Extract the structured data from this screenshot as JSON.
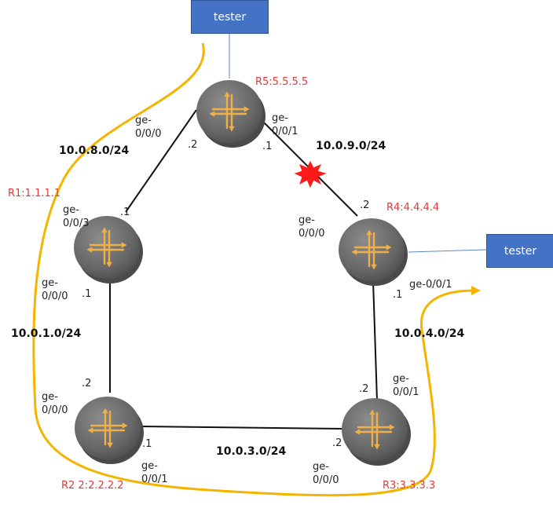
{
  "testers": {
    "top": "tester",
    "right": "tester"
  },
  "routers": {
    "r5": "R5:5.5.5.5",
    "r4": "R4:4.4.4.4",
    "r1": "R1:1.1.1.1",
    "r2": "R2 2:2.2.2.2",
    "r3": "R3:3.3.3.3"
  },
  "networks": {
    "n8": "10.0.8.0/24",
    "n9": "10.0.9.0/24",
    "n1": "10.0.1.0/24",
    "n4": "10.0.4.0/24",
    "n3": "10.0.3.0/24"
  },
  "interfaces": {
    "r5_left": "ge-\n0/0/0",
    "r5_right": "ge-\n0/0/1",
    "r4_top": "ge-\n0/0/0",
    "r4_out": "ge-0/0/1",
    "r1_top": "ge-\n0/0/3",
    "r1_bottom": "ge-\n0/0/0",
    "r2_top": "ge-\n0/0/0",
    "r2_right": "ge-\n0/0/1",
    "r3_top": "ge-\n0/0/1",
    "r3_left": "ge-\n0/0/0"
  },
  "hosts": {
    "r5_left": ".2",
    "r5_right": ".1",
    "r4_top": ".2",
    "r4_bottom": ".1",
    "r1_top": ".1",
    "r1_bottom": ".1",
    "r2_top": ".2",
    "r2_right": ".1",
    "r3_top": ".2",
    "r3_left": ".2"
  },
  "colors": {
    "router_body": "#6b6b6b",
    "router_rim": "#8a8a8a",
    "arrow": "#f0b048",
    "traffic_path": "#f5b400",
    "link": "#111111",
    "failure": "#ff1a1a",
    "router_label": "#e03b3b",
    "tester_fill": "#4472c4"
  }
}
